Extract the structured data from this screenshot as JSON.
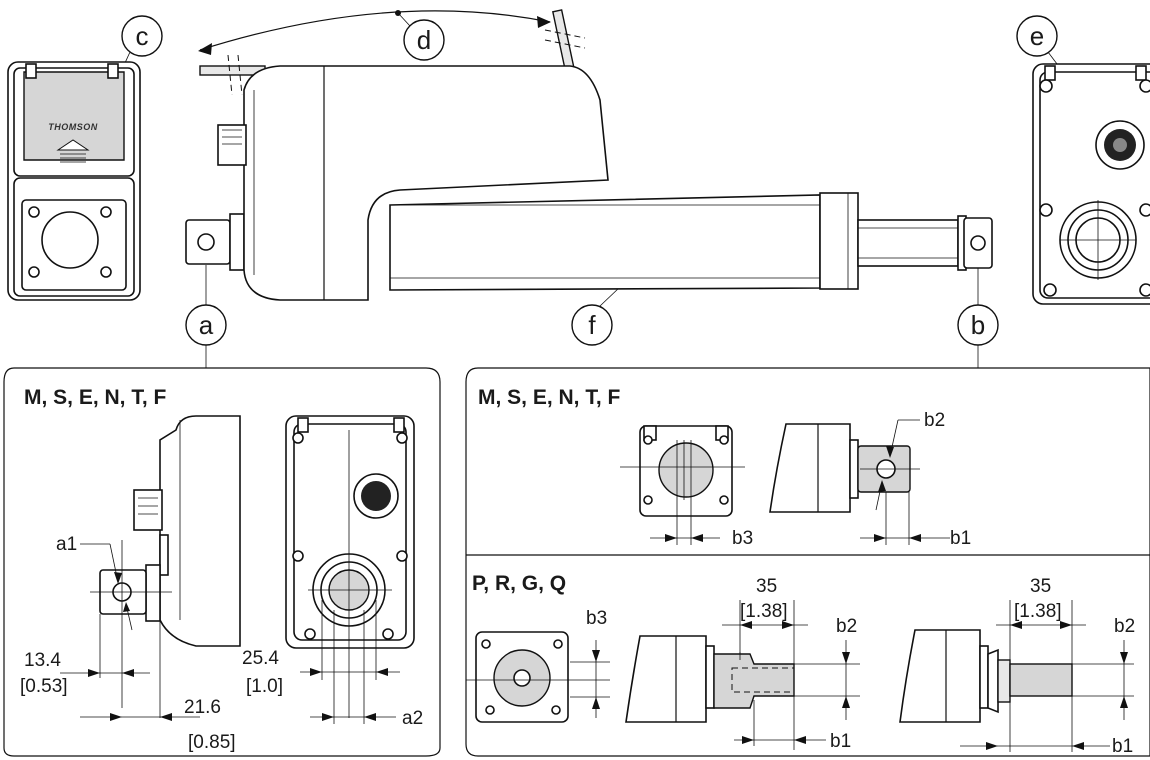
{
  "callouts": {
    "a": "a",
    "b": "b",
    "c": "c",
    "d": "d",
    "e": "e",
    "f": "f"
  },
  "logo_text": "THOMSON",
  "left_panel": {
    "header": "M, S, E, N, T, F",
    "labels": {
      "a1": "a1",
      "a2": "a2"
    },
    "dims": {
      "d1_mm": "13.4",
      "d1_in": "[0.53]",
      "d2_mm": "21.6",
      "d2_in": "[0.85]",
      "d3_mm": "25.4",
      "d3_in": "[1.0]"
    }
  },
  "right_top_panel": {
    "header": "M, S, E, N, T, F",
    "labels": {
      "b1": "b1",
      "b2": "b2",
      "b3": "b3"
    }
  },
  "right_bottom_panel": {
    "header": "P, R, G, Q",
    "labels": {
      "b1_a": "b1",
      "b1_b": "b1",
      "b2_a": "b2",
      "b2_b": "b2",
      "b3": "b3"
    },
    "dims": {
      "len1_mm": "35",
      "len1_in": "[1.38]",
      "len2_mm": "35",
      "len2_in": "[1.38]"
    }
  },
  "colors": {
    "line": "#111111",
    "cover_grey": "#d6d6d6",
    "background": "#ffffff"
  }
}
